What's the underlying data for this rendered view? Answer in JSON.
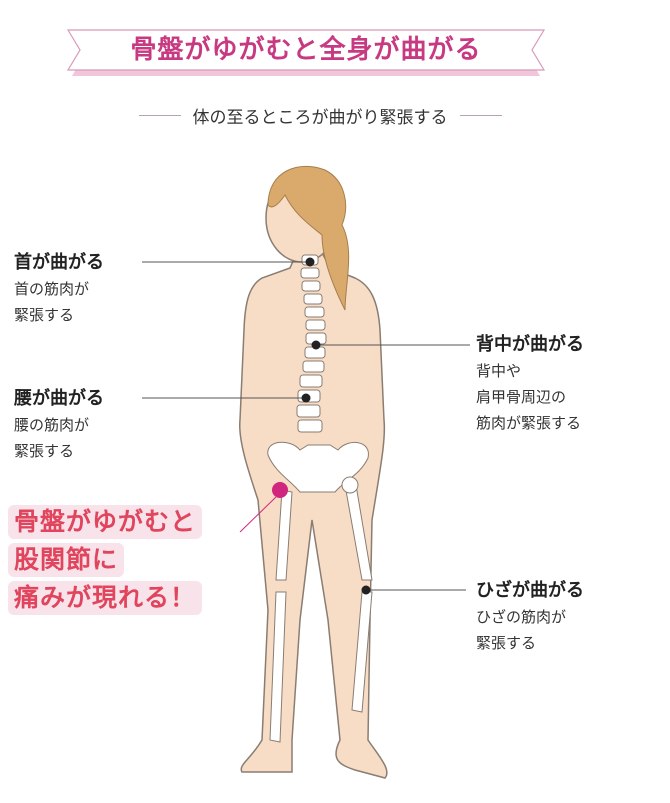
{
  "header": {
    "title": "骨盤がゆがむと全身が曲がる",
    "subtitle": "体の至るところが曲がり緊張する"
  },
  "colors": {
    "title_pink": "#c73a82",
    "banner_shadow": "#f2c6da",
    "callout_red": "#e0455d",
    "callout_bg": "#f8e3ea",
    "skin": "#f7dcc6",
    "hair": "#d9aa6c",
    "outline": "#8a7d72",
    "hip_marker": "#d1267e"
  },
  "labels": {
    "neck": {
      "head": "首が曲がる",
      "desc_line1": "首の筋肉が",
      "desc_line2": "緊張する"
    },
    "back": {
      "head": "背中が曲がる",
      "desc_line1": "背中や",
      "desc_line2": "肩甲骨周辺の",
      "desc_line3": "筋肉が緊張する"
    },
    "waist": {
      "head": "腰が曲がる",
      "desc_line1": "腰の筋肉が",
      "desc_line2": "緊張する"
    },
    "knee": {
      "head": "ひざが曲がる",
      "desc_line1": "ひざの筋肉が",
      "desc_line2": "緊張する"
    }
  },
  "callout": {
    "line1": "骨盤がゆがむと",
    "line2": "股関節に",
    "line3": "痛みが現れる！"
  }
}
